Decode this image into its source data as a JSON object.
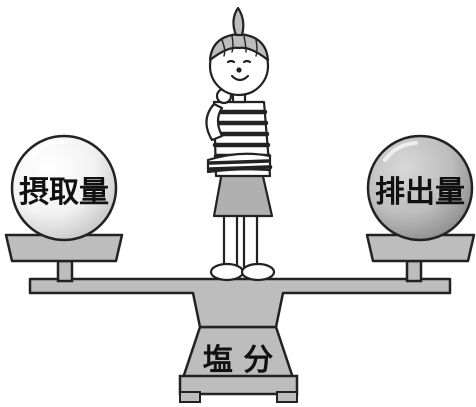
{
  "illustration": {
    "left_ball_label": "摂取量",
    "right_ball_label": "排出量",
    "base_label": "塩 分"
  }
}
